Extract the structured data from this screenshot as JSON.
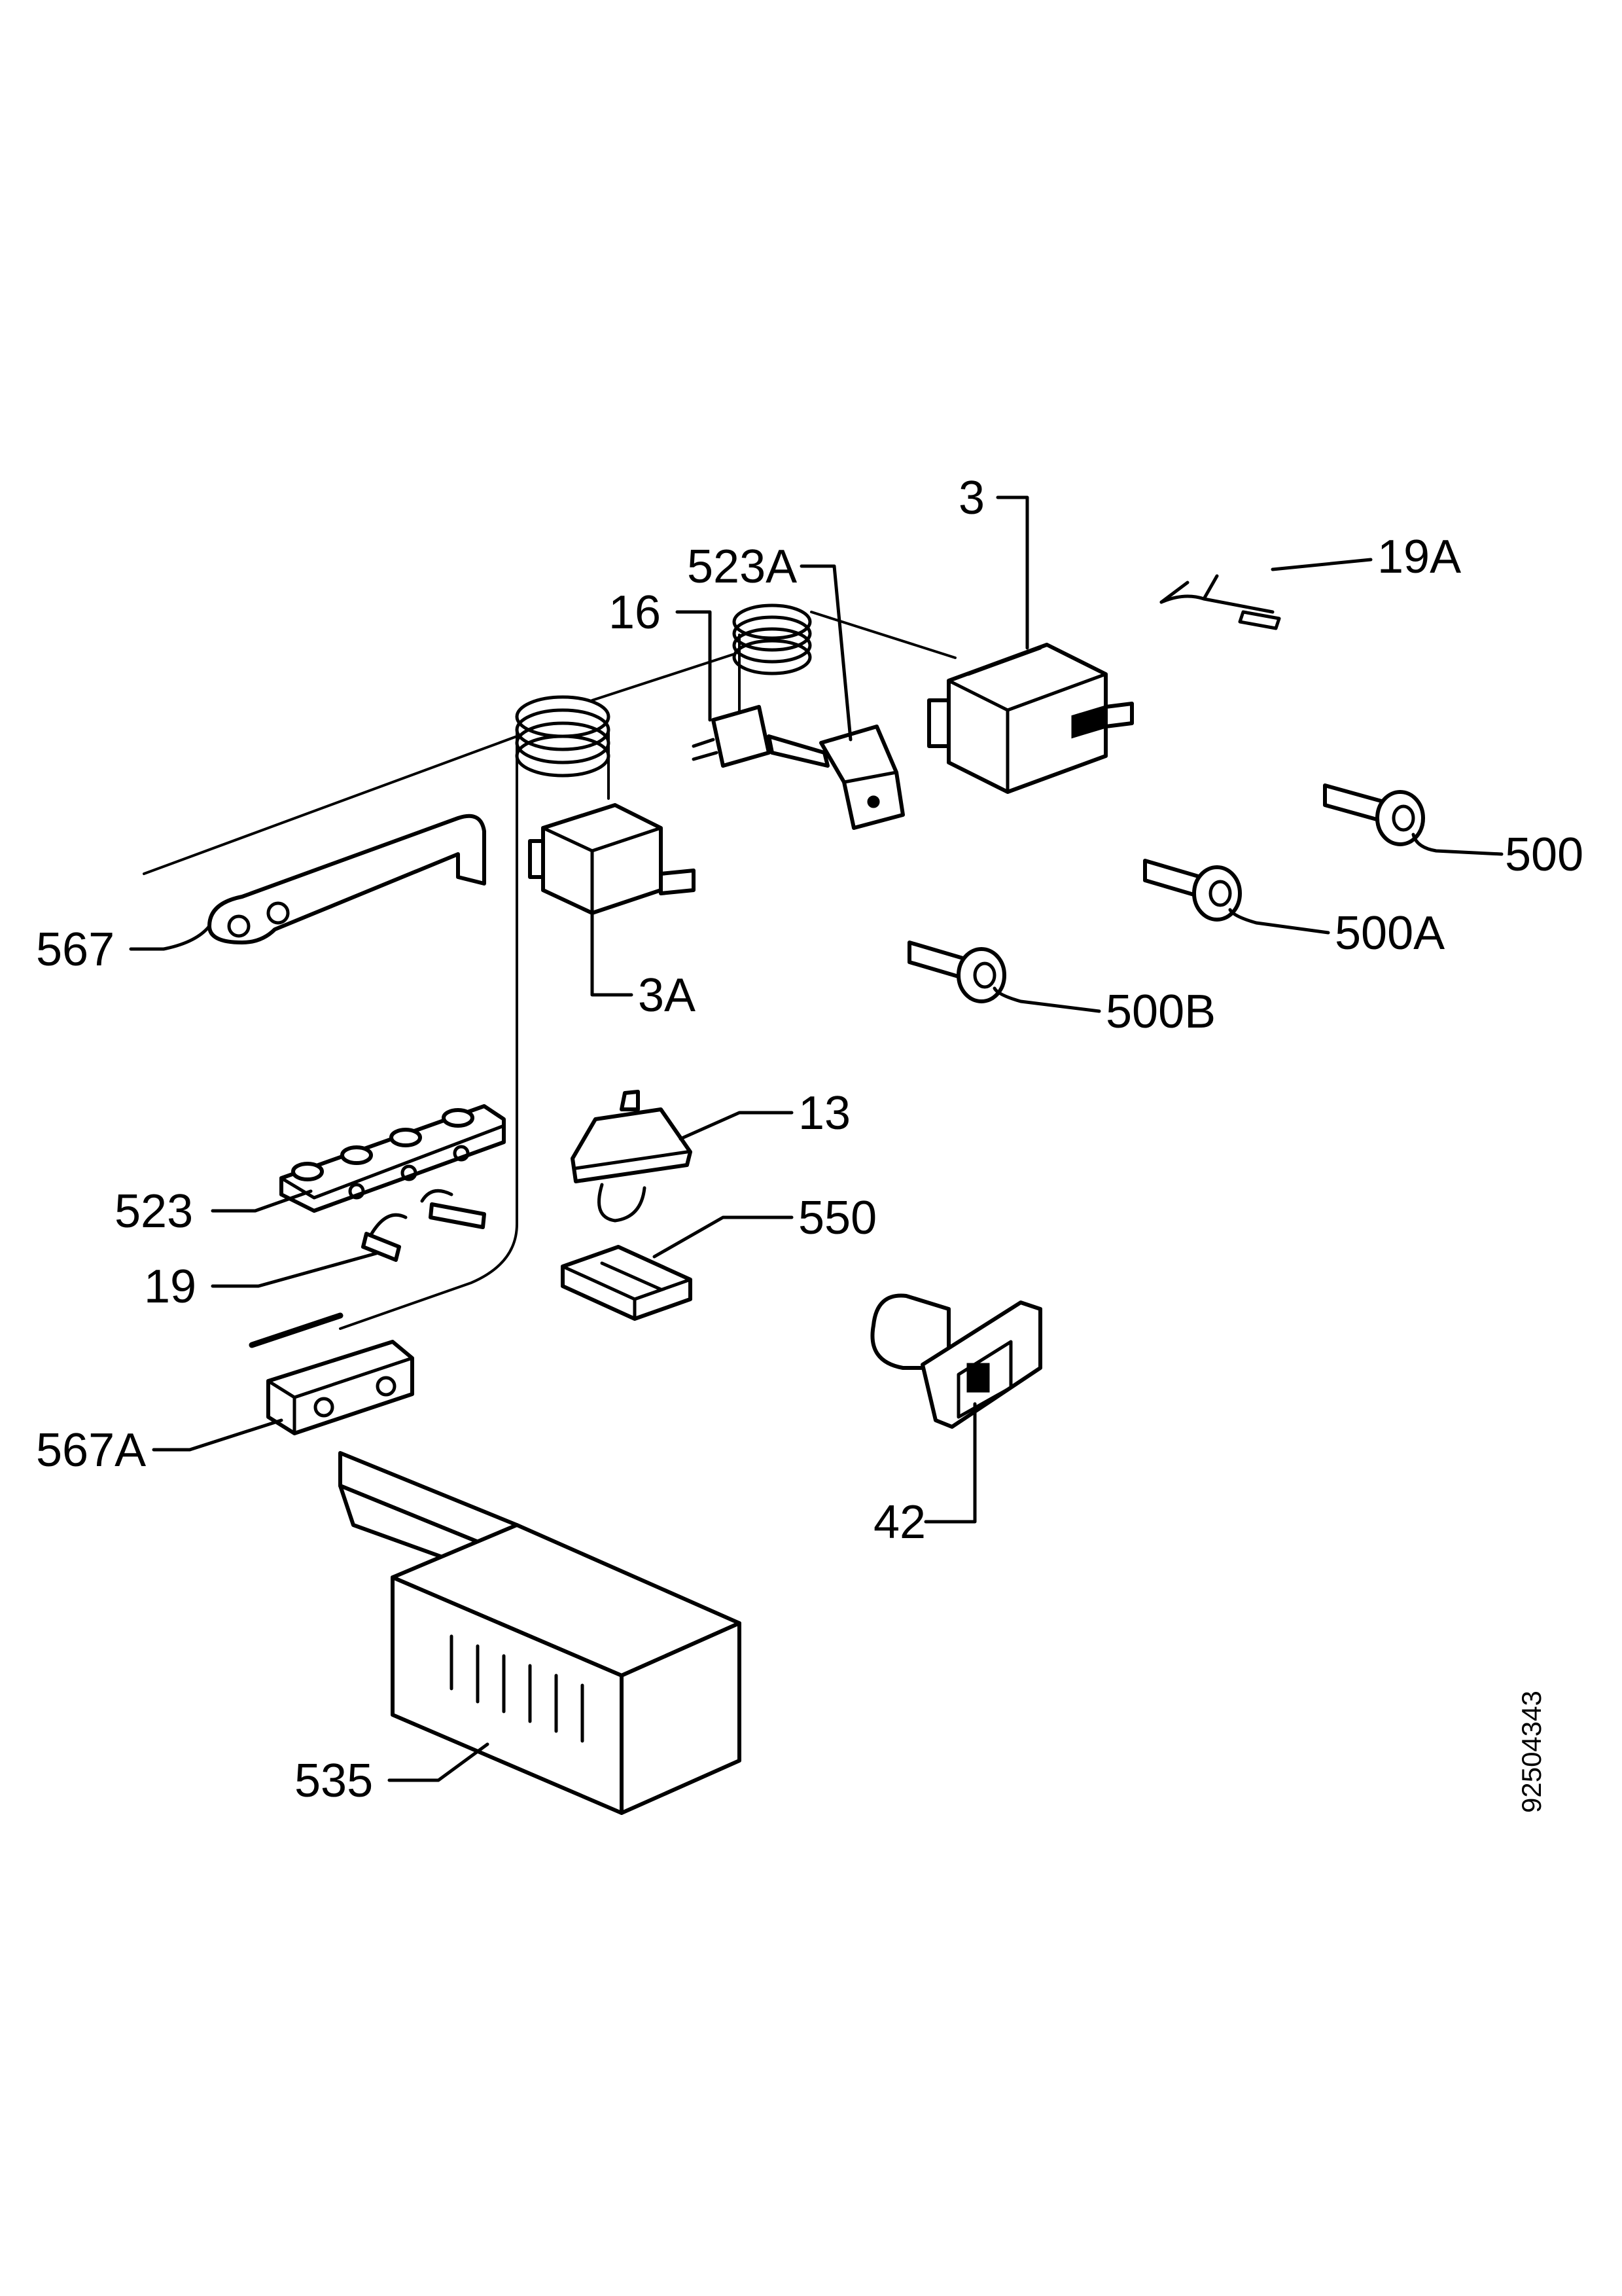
{
  "diagram": {
    "labels": {
      "p3": "3",
      "p19a": "19A",
      "p523a": "523A",
      "p16": "16",
      "p500": "500",
      "p500a": "500A",
      "p500b": "500B",
      "p567": "567",
      "p3a": "3A",
      "p13": "13",
      "p550": "550",
      "p523": "523",
      "p19": "19",
      "p567a": "567A",
      "p42": "42",
      "p535": "535"
    },
    "doc_number": "92504343"
  }
}
